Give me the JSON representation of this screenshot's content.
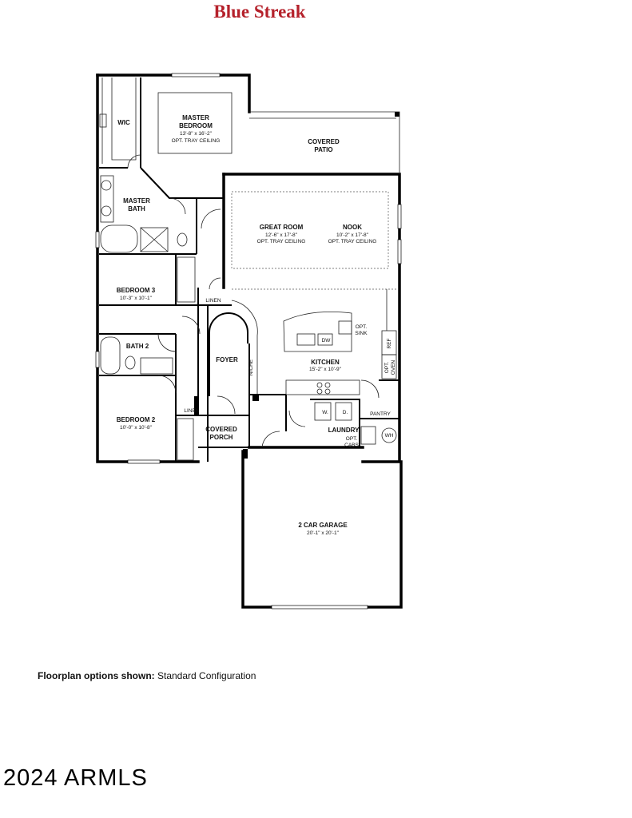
{
  "title": "Blue Streak",
  "rooms": {
    "wic": "WIC",
    "master_bedroom": {
      "name_1": "MASTER",
      "name_2": "BEDROOM",
      "dims": "13'-8\" x 16'-2\"",
      "note": "OPT. TRAY CEILING"
    },
    "covered_patio": {
      "name_1": "COVERED",
      "name_2": "PATIO"
    },
    "master_bath": {
      "name_1": "MASTER",
      "name_2": "BATH"
    },
    "great_room": {
      "name": "GREAT ROOM",
      "dims": "12'-6\" x 17'-8\"",
      "note": "OPT. TRAY CEILING"
    },
    "nook": {
      "name": "NOOK",
      "dims": "10'-2\" x 17'-8\"",
      "note": "OPT. TRAY CEILING"
    },
    "bedroom_3": {
      "name": "BEDROOM 3",
      "dims": "10'-3\" x 10'-1\""
    },
    "linen_1": "LINEN",
    "bath_2": "BATH 2",
    "foyer": "FOYER",
    "niche": "NICHE",
    "kitchen": {
      "name": "KITCHEN",
      "dims": "15'-2\" x 10'-9\""
    },
    "opt_sink": {
      "line_1": "OPT.",
      "line_2": "SINK"
    },
    "dw": "DW",
    "ref": "REF",
    "opt_oven": {
      "line_1": "OPT.",
      "line_2": "OVEN"
    },
    "pantry": "PANTRY",
    "linen_2": "LINEN",
    "bedroom_2": {
      "name": "BEDROOM 2",
      "dims": "10'-0\" x 10'-8\""
    },
    "covered_porch": {
      "name_1": "COVERED",
      "name_2": "PORCH"
    },
    "washer": "W.",
    "dryer": "D.",
    "laundry": "LAUNDRY",
    "opt_cabs": {
      "line_1": "OPT.",
      "line_2": "CABS"
    },
    "wh": "WH",
    "garage": {
      "name": "2 CAR GARAGE",
      "dims": "20'-1\" x 20'-1\""
    }
  },
  "footer": {
    "label": "Floorplan options shown:",
    "value": "Standard Configuration"
  },
  "copyright": "2024 ARMLS",
  "colors": {
    "title": "#b5212b",
    "walls": "#000000"
  }
}
